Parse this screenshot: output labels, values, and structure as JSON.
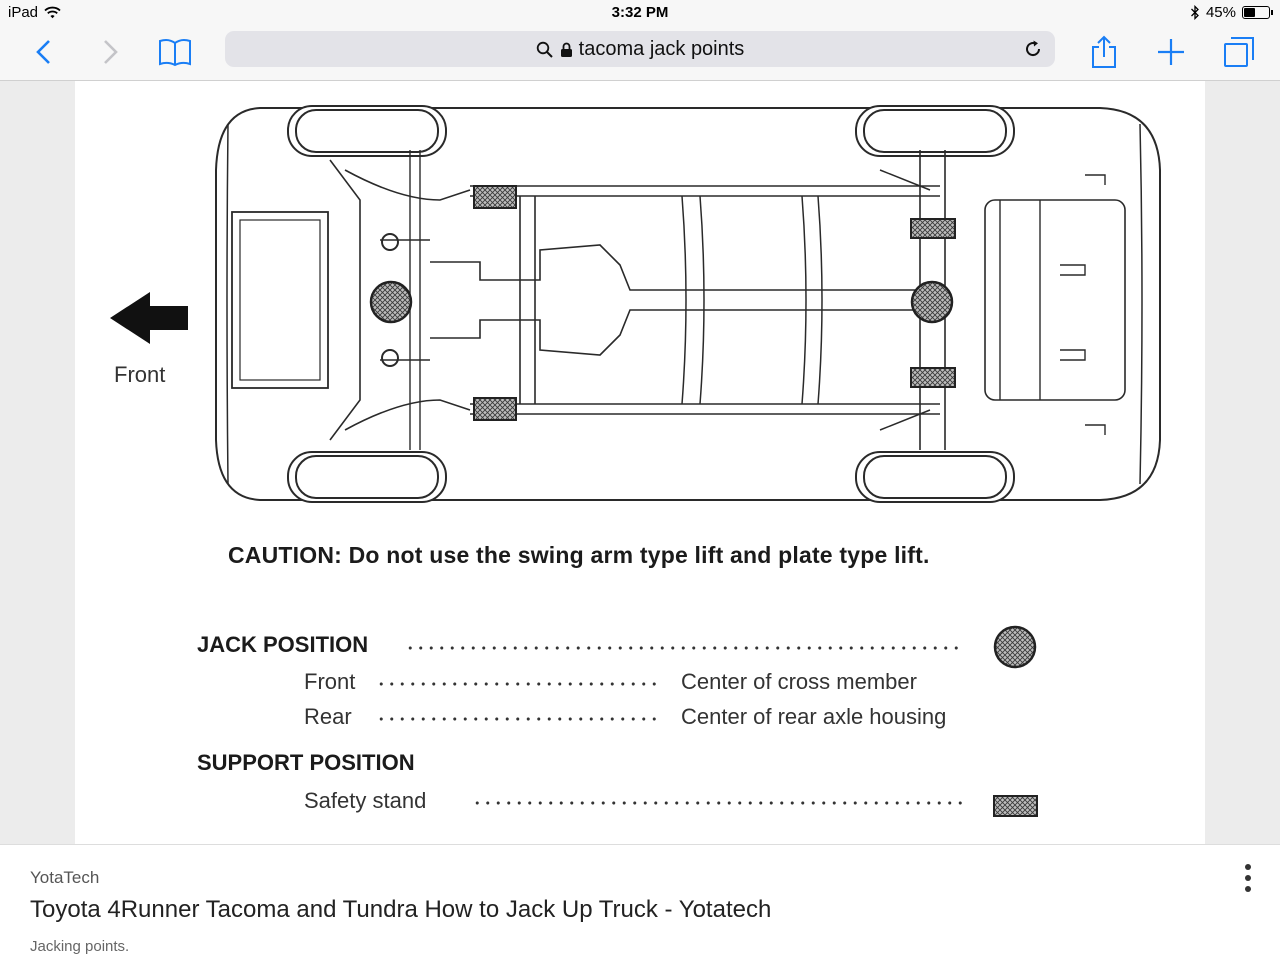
{
  "status": {
    "device": "iPad",
    "time": "3:32 PM",
    "battery": "45%",
    "battery_level": 0.45
  },
  "toolbar": {
    "url_query": "tacoma jack points"
  },
  "diagram": {
    "front_label": "Front",
    "caution": "CAUTION: Do not use the swing arm type lift and plate type lift.",
    "jack_position": "JACK POSITION",
    "front": "Front",
    "front_desc": "Center of cross member",
    "rear": "Rear",
    "rear_desc": "Center of rear axle housing",
    "support_position": "SUPPORT POSITION",
    "safety_stand": "Safety stand"
  },
  "result": {
    "source": "YotaTech",
    "title": "Toyota 4Runner Tacoma and Tundra How to Jack Up Truck - Yotatech",
    "caption": "Jacking points."
  },
  "colors": {
    "accent": "#1a7ef5"
  }
}
